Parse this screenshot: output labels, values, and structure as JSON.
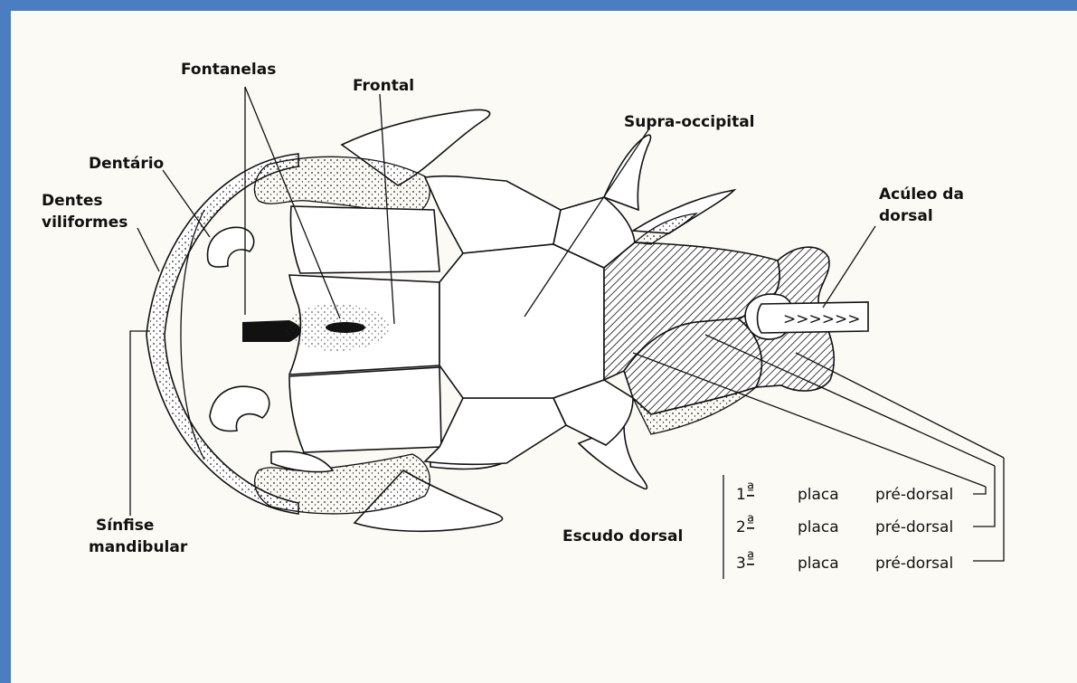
{
  "labels": {
    "fontanelas": "Fontanelas",
    "frontal": "Frontal",
    "supra_occipital": "Supra-occipital",
    "dentario": "Dentário",
    "dentes_1": "Dentes",
    "dentes_2": "viliformes",
    "aculeo_1": "Acúleo da",
    "aculeo_2": "dorsal",
    "sinfise_1": "Sínfise",
    "sinfise_2": "mandibular",
    "escudo": "Escudo dorsal",
    "arrows": ">>>>>>"
  },
  "plates": [
    {
      "num": "1",
      "ord": "ª",
      "word": "placa",
      "name": "pré-dorsal"
    },
    {
      "num": "2",
      "ord": "ª",
      "word": "placa",
      "name": "pré-dorsal"
    },
    {
      "num": "3",
      "ord": "ª",
      "word": "placa",
      "name": "pré-dorsal"
    }
  ],
  "colors": {
    "frame": "#4a7ec0",
    "paper": "#fbfaf5",
    "ink": "#111111"
  }
}
